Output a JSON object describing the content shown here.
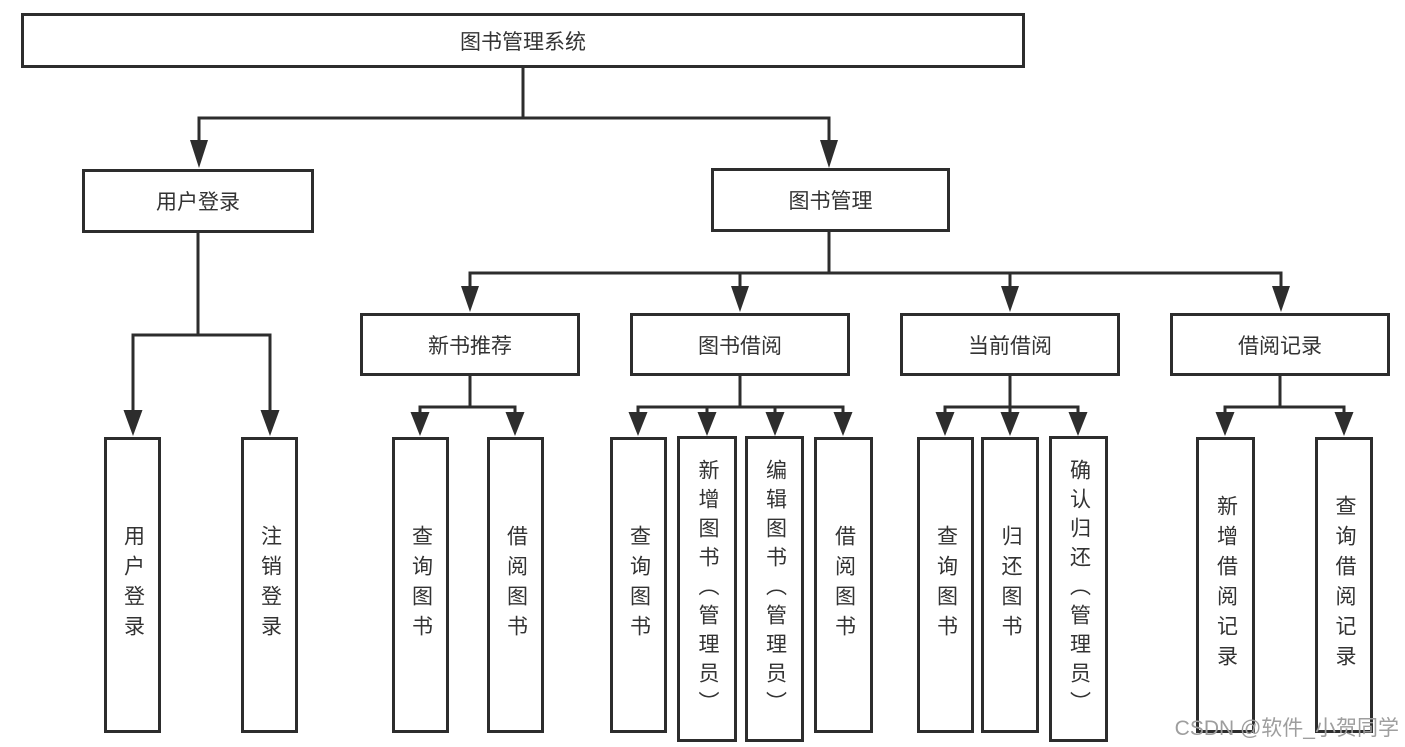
{
  "diagram": {
    "root": {
      "label": "图书管理系统"
    },
    "level2": [
      {
        "label": "用户登录"
      },
      {
        "label": "图书管理"
      }
    ],
    "level3": [
      {
        "label": "新书推荐"
      },
      {
        "label": "图书借阅"
      },
      {
        "label": "当前借阅"
      },
      {
        "label": "借阅记录"
      }
    ],
    "leaves": {
      "user_login": [
        {
          "label": "用户登录"
        },
        {
          "label": "注销登录"
        }
      ],
      "new_book": [
        {
          "label": "查询图书"
        },
        {
          "label": "借阅图书"
        }
      ],
      "book_borrow": [
        {
          "label": "查询图书"
        },
        {
          "label": "新增图书（管理员）"
        },
        {
          "label": "编辑图书（管理员）"
        },
        {
          "label": "借阅图书"
        }
      ],
      "current_borrow": [
        {
          "label": "查询图书"
        },
        {
          "label": "归还图书"
        },
        {
          "label": "确认归还（管理员）"
        }
      ],
      "borrow_records": [
        {
          "label": "新增借阅记录"
        },
        {
          "label": "查询借阅记录"
        }
      ]
    },
    "watermark": "CSDN @软件_小贺同学",
    "colors": {
      "line": "#2d2d2d",
      "box_border": "#2d2d2d",
      "box_fill": "#ffffff",
      "text": "#333333",
      "watermark": "#9e9e9e",
      "background": "#ffffff"
    }
  }
}
